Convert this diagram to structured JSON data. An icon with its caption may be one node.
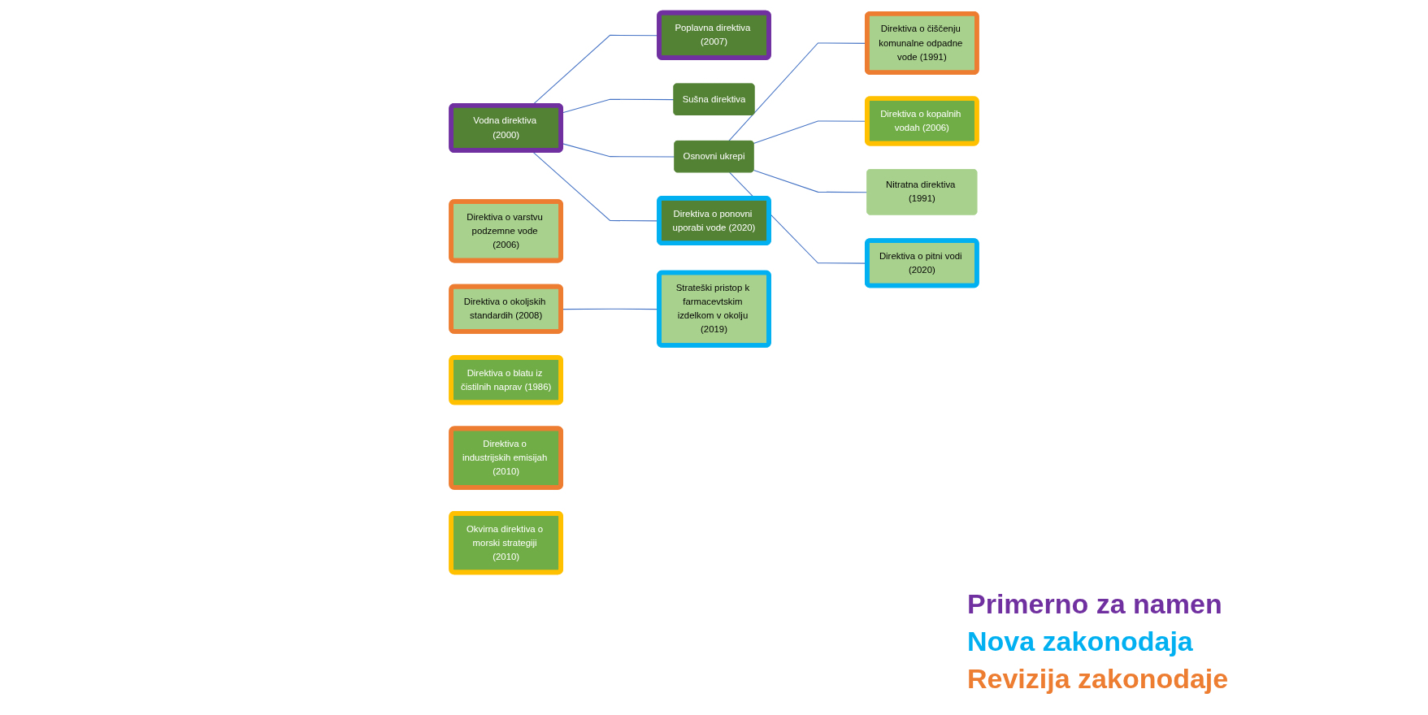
{
  "diagram": {
    "nodes": [
      {
        "text": [
          "Vodna direktiva (2000)"
        ]
      },
      {
        "text": [
          "Poplavna direktiva (2007)"
        ]
      },
      {
        "text": [
          "Sušna direktiva"
        ]
      },
      {
        "text": [
          "Osnovni ukrepi"
        ]
      },
      {
        "text": [
          "Direktiva o ponovni uporabi vode (2020)"
        ]
      },
      {
        "text": [
          "Direktiva o varstvu podzemne vode (2006)"
        ]
      },
      {
        "text": [
          "Direktiva o okoljskih standardih (2008)"
        ]
      },
      {
        "text": [
          "Direktiva o čiščenju komunalne odpadne vode (1991)"
        ]
      },
      {
        "text": [
          "Nitratna direktiva (1991)"
        ]
      },
      {
        "text": [
          "Direktiva o pitni vodi (2020)"
        ]
      },
      {
        "text": [
          "Strateški pristop k farmacevtskim izdelkom v okolju (2019)"
        ]
      },
      {
        "text": [
          "Direktiva o blatu iz čistilnih naprav (1986)"
        ]
      },
      {
        "text": [
          "Direktiva o kopalnih vodah (2006)"
        ]
      },
      {
        "text": [
          "Direktiva o industrijskih emisijah (2010)"
        ]
      },
      {
        "text": [
          "Okvirna direktiva o morski strategiji (2010)"
        ]
      }
    ],
    "edges": [
      {
        "from": 0,
        "to": 1,
        "arrow": "none"
      },
      {
        "from": 0,
        "to": 2,
        "arrow": "none"
      },
      {
        "from": 0,
        "to": 3,
        "arrow": "none"
      },
      {
        "from": 0,
        "to": 4,
        "arrow": "none"
      },
      {
        "from": 3,
        "to": 7,
        "arrow": "none"
      },
      {
        "from": 3,
        "to": 12,
        "arrow": "none"
      },
      {
        "from": 3,
        "to": 8,
        "arrow": "none"
      },
      {
        "from": 3,
        "to": 9,
        "arrow": "none"
      },
      {
        "from": 6,
        "to": 10,
        "arrow": "none"
      }
    ],
    "legend": [
      {
        "text": "Primerno za namen",
        "color": "#7030a0"
      },
      {
        "text": "Nova zakonodaja",
        "color": "#00b0f0"
      },
      {
        "text": "Revizija zakonodaje",
        "color": "#ed7d31"
      }
    ]
  }
}
